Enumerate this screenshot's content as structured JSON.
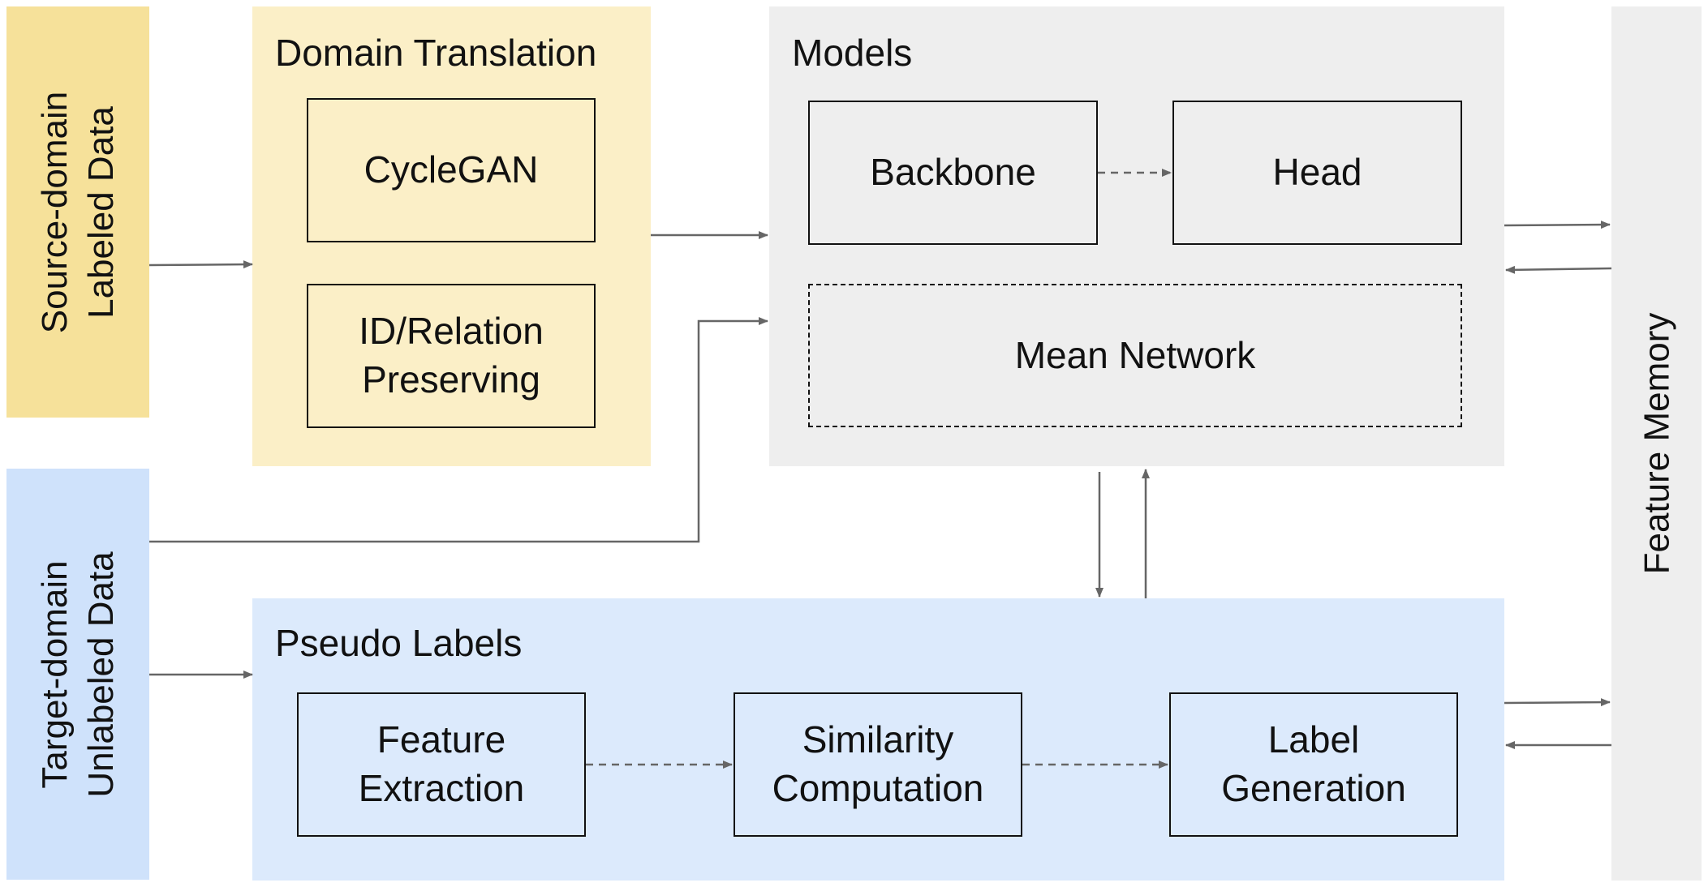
{
  "source_side": {
    "line1": "Source-domain",
    "line2": "Labeled Data"
  },
  "target_side": {
    "line1": "Target-domain",
    "line2": "Unlabeled Data"
  },
  "feature_memory": "Feature Memory",
  "domain_translation": {
    "title": "Domain Translation",
    "cyclegan": "CycleGAN",
    "id_relation": {
      "line1": "ID/Relation",
      "line2": "Preserving"
    }
  },
  "models": {
    "title": "Models",
    "backbone": "Backbone",
    "head": "Head",
    "mean_network": "Mean Network"
  },
  "pseudo_labels": {
    "title": "Pseudo Labels",
    "feature_extraction": {
      "line1": "Feature",
      "line2": "Extraction"
    },
    "similarity": {
      "line1": "Similarity",
      "line2": "Computation"
    },
    "label_generation": {
      "line1": "Label",
      "line2": "Generation"
    }
  },
  "colors": {
    "source_side": "#f6e19a",
    "target_side": "#cfe2fb",
    "domain_translation": "#fbefc7",
    "pseudo_labels": "#dceafc",
    "models": "#eeeeee",
    "arrow": "#666666"
  }
}
